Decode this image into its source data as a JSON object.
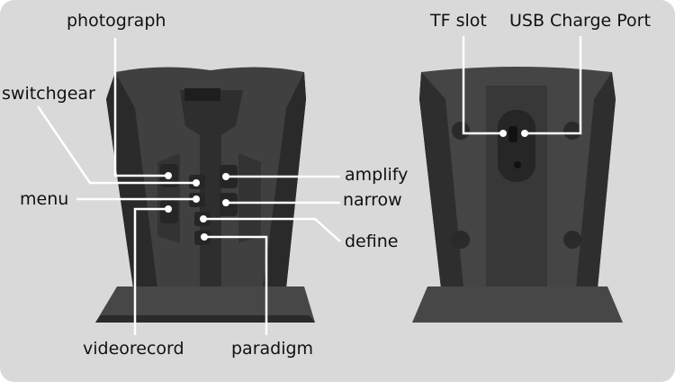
{
  "front_labels": {
    "photograph": "photograph",
    "switchgear": "switchgear",
    "menu": "menu",
    "videorecord": "videorecord",
    "paradigm": "paradigm",
    "amplify": "amplify",
    "narrow": "narrow",
    "define": "define"
  },
  "back_labels": {
    "tf_slot": "TF slot",
    "usb_port": "USB Charge Port"
  },
  "colors": {
    "background": "#d9d9d9",
    "device": "#3a3a3a",
    "callout": "#ffffff"
  }
}
